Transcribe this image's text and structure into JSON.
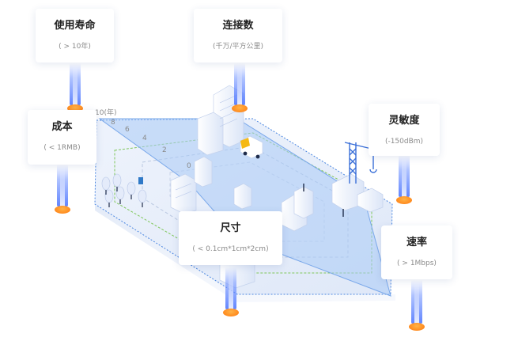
{
  "axis": {
    "top_label": "10(年)",
    "ticks": [
      "8",
      "6",
      "4",
      "2",
      "0"
    ]
  },
  "metrics": [
    {
      "id": "lifetime",
      "title": "使用寿命",
      "sub": "( > 10年)"
    },
    {
      "id": "connections",
      "title": "连接数",
      "sub": "(千万/平方公里)"
    },
    {
      "id": "cost",
      "title": "成本",
      "sub": "( < 1RMB)"
    },
    {
      "id": "sensitivity",
      "title": "灵敏度",
      "sub": "(-150dBm)"
    },
    {
      "id": "size",
      "title": "尺寸",
      "sub": "( < 0.1cm*1cm*2cm)"
    },
    {
      "id": "rate",
      "title": "速率",
      "sub": "( > 1Mbps)"
    }
  ],
  "colors": {
    "accent_blue": "#3b78e7",
    "radar_fill": "#a9cbf5",
    "platform": "#e8eefa",
    "road_dash": "#7fc75a",
    "pillar_base": "#ff8a1e",
    "truck": "#f5b914",
    "crane": "#3a6fd8"
  },
  "icons": [
    "building-icon",
    "truck-icon",
    "crane-icon",
    "tree-icon"
  ]
}
